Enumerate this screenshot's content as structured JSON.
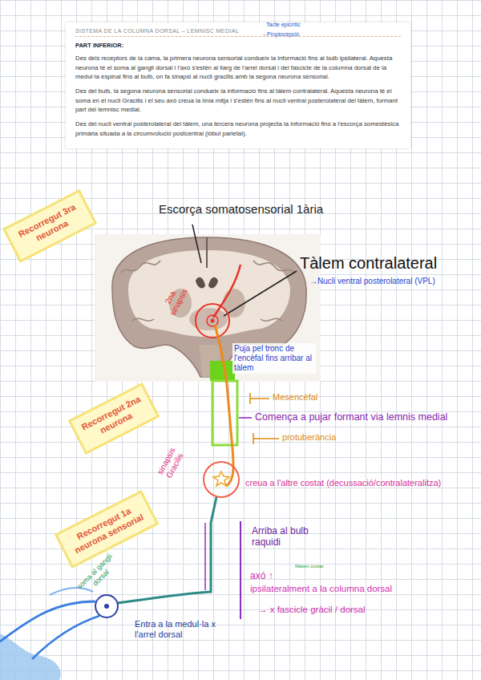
{
  "diagram": {
    "title": "SISTEMA DE LA COLUMNA DORSAL – LEMNISC MEDIAL",
    "nodes": [
      {
        "text": [
          "PART INFERIOR:",
          "Des dels receptors de la cama, la primera neurona sensorial condueix la informació fins al bulb ipsilateral. Aquesta neurona té el soma al gangli dorsal i l'axó s'estén al llarg de l'arrel dorsal i del fascicle de la columna dorsal de la medul·la espinal fins al bulb, on fa sinapsi al nucli gracilis amb la segona neurona sensorial.",
          "Des del bulb, la segona neurona sensorial condueix la informació fins al tàlem contralateral. Aquesta neurona té el soma en el nucli Gracilis i el seu axó creua la línia mitja i s'estén fins al nucli ventral posterolateral del tàlem, formant part del lemnisc medial.",
          "Des del nucli ventral posterolateral del tàlem, una tercera neurona projecta la informació fins a l'escorça somestèsica primària situada a la circumvolució postcentral (lòbul parietal)."
        ]
      },
      {
        "text": [
          "Recorregut 3ra neurona"
        ]
      },
      {
        "text": [
          "Recorregut 2na neurona"
        ]
      },
      {
        "text": [
          "Recorregut 1a neurona sensorial"
        ]
      }
    ],
    "labels": [
      "Tacte epicrític",
      "→Propiocepció",
      "Escorça somatosensorial 1ària",
      "Tàlem contralateral",
      "→Nucli ventral posterolateral (VPL)",
      "2na sinapsis",
      "Puja pel tronc de l'encèfal fins arribar al tàlem",
      "Mesencèfal",
      "Comença a pujar formant via lemnis medial",
      "protuberància",
      "sinapsis Gracilis",
      "creua a l'altre costat (decussació/contralateralitza)",
      "Arriba al bulb raquidi",
      "axó ↑",
      "Mateix costat",
      "ipsilateralment a la columna dorsal",
      "→ x fascicle gràcil / dorsal",
      "soma al gangli dorsal",
      "Entra a la medul·la x l'arrel dorsal"
    ]
  }
}
